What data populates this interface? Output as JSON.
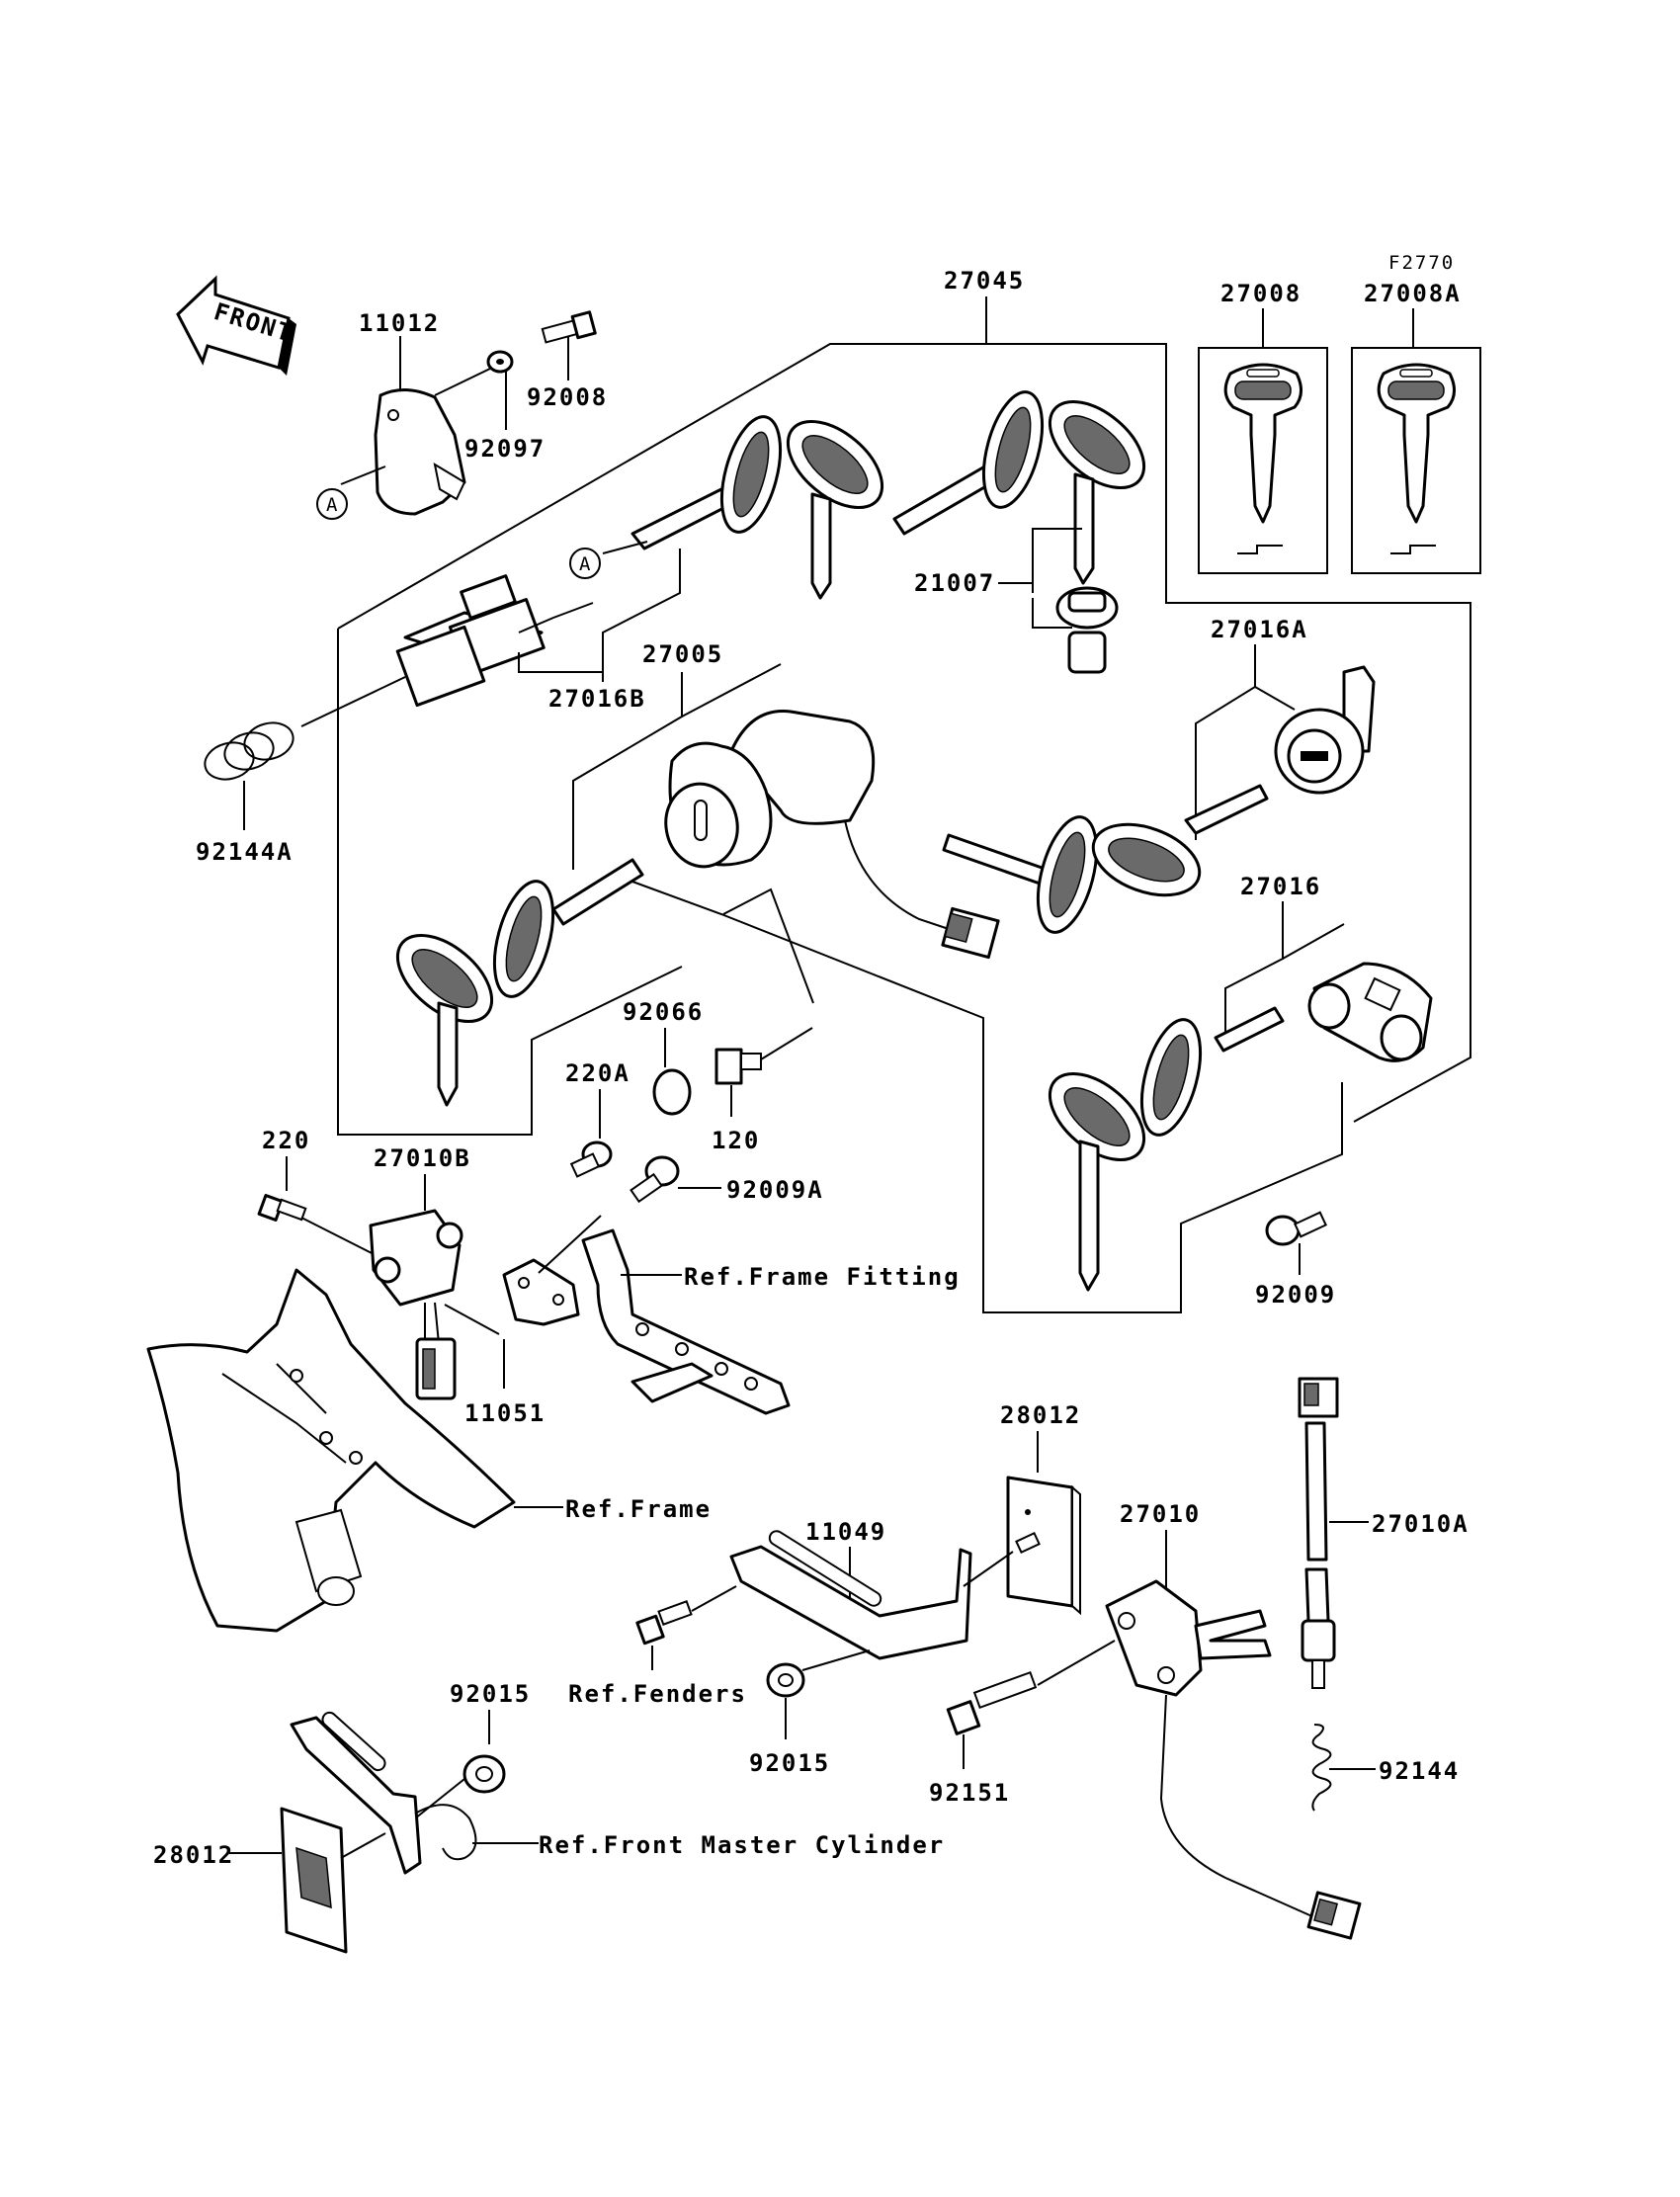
{
  "figure_code": "F2770",
  "front_label": "FRONT",
  "callout_letter": "A",
  "parts": {
    "p11012": "11012",
    "p92008": "92008",
    "p92097": "92097",
    "p27045": "27045",
    "p27008": "27008",
    "p27008A": "27008A",
    "p21007": "21007",
    "p27016B": "27016B",
    "p27005": "27005",
    "p27016A": "27016A",
    "p92144A": "92144A",
    "p27016": "27016",
    "p92066": "92066",
    "p220A": "220A",
    "p120": "120",
    "p220": "220",
    "p27010B": "27010B",
    "p92009A": "92009A",
    "p92009": "92009",
    "p11051": "11051",
    "p28012_top": "28012",
    "p27010A": "27010A",
    "p27010": "27010",
    "p11049": "11049",
    "p92015_left": "92015",
    "p92015_mid": "92015",
    "p92151": "92151",
    "p92144": "92144",
    "p28012_bottom": "28012"
  },
  "references": {
    "frame_fitting": "Ref.Frame Fitting",
    "frame": "Ref.Frame",
    "fenders": "Ref.Fenders",
    "front_master_cylinder": "Ref.Front Master Cylinder"
  }
}
